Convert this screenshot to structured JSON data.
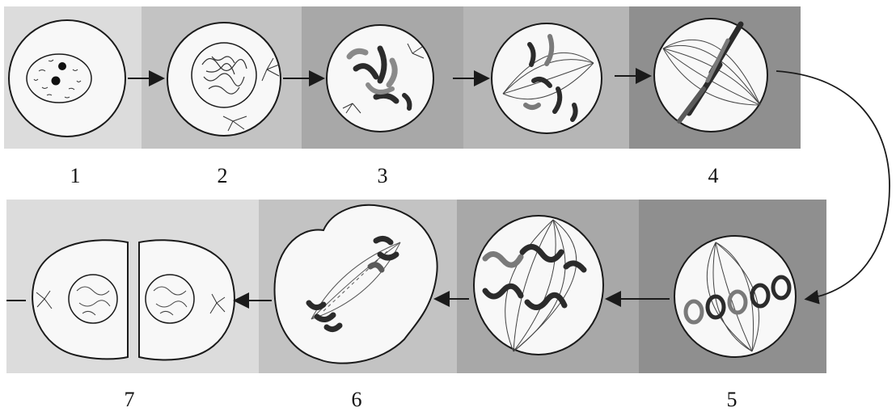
{
  "diagram": {
    "stages_row1": [
      {
        "label": "1"
      },
      {
        "label": "2"
      },
      {
        "label": "3"
      },
      {
        "label": ""
      },
      {
        "label": "4"
      }
    ],
    "stages_row2": [
      {
        "label": "5"
      },
      {
        "label": ""
      },
      {
        "label": "6"
      },
      {
        "label": "7"
      }
    ],
    "colors": {
      "panel_light": "#d6d6d6",
      "panel_mid": "#b9b9b9",
      "panel_dark": "#9c9c9c",
      "panel_darker": "#8c8c8c",
      "cell_fill": "#f7f7f7",
      "stroke": "#1a1a1a",
      "chromosome_dark": "#2b2b2b",
      "chromosome_light": "#9a9a9a"
    }
  }
}
